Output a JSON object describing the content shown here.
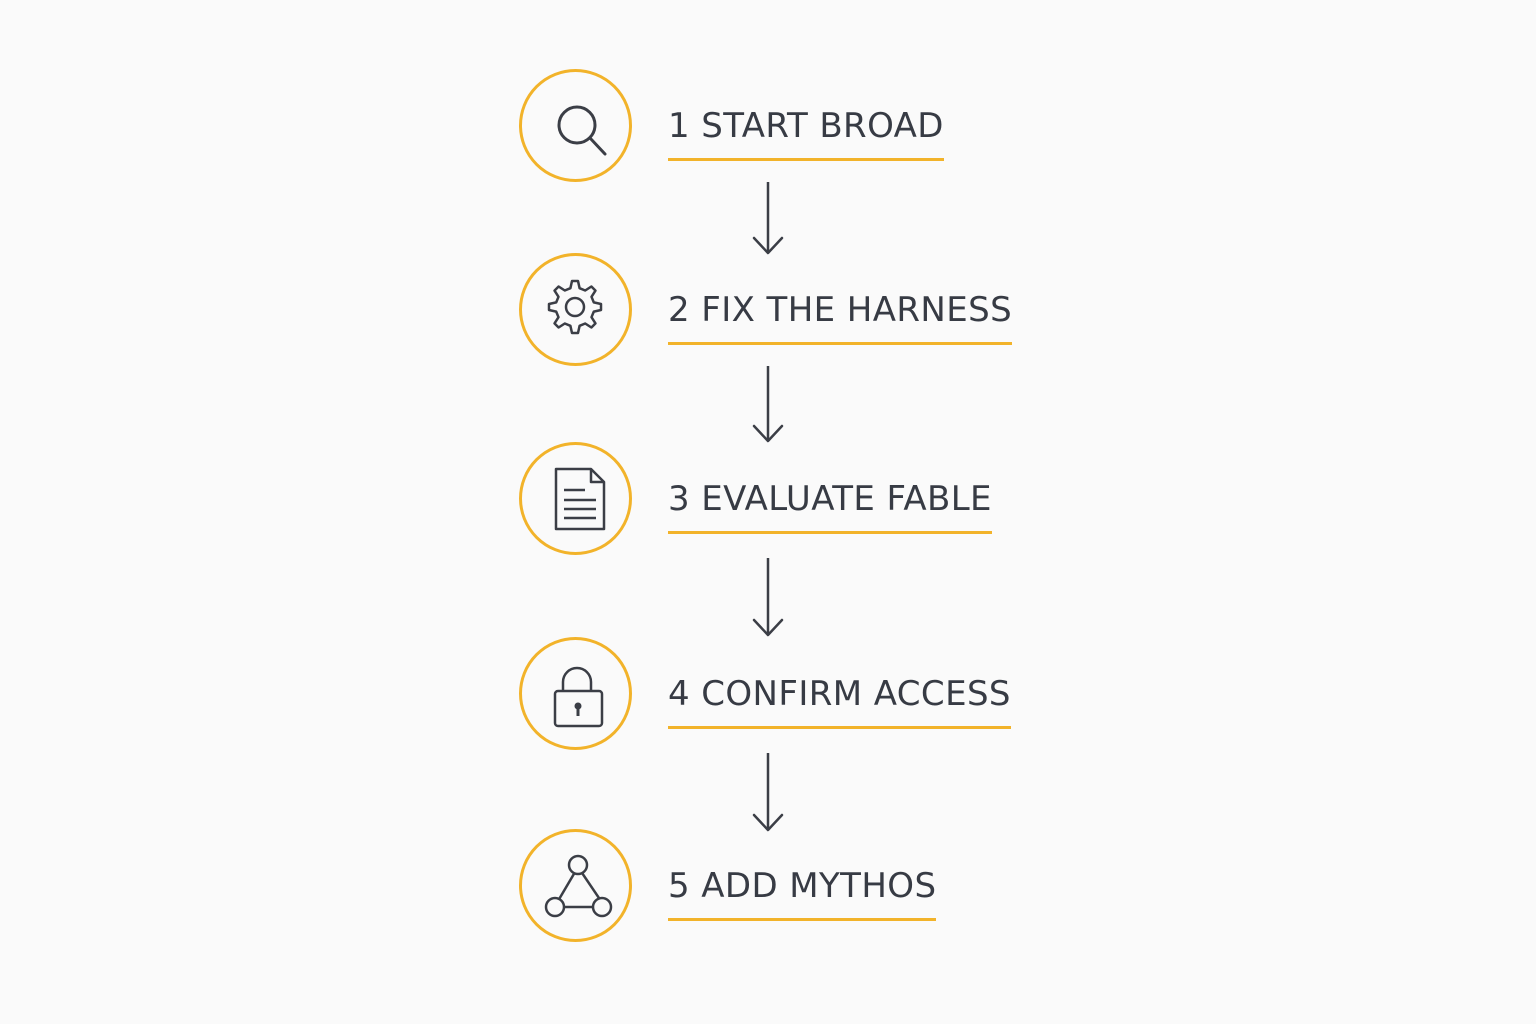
{
  "colors": {
    "accent": "#f2b32a",
    "text": "#373b44",
    "icon": "#3b3e46",
    "background": "#fafafa"
  },
  "steps": [
    {
      "label": "1 START BROAD",
      "icon": "search-icon"
    },
    {
      "label": "2 FIX THE HARNESS",
      "icon": "gear-icon"
    },
    {
      "label": "3 EVALUATE FABLE",
      "icon": "document-icon"
    },
    {
      "label": "4 CONFIRM ACCESS",
      "icon": "lock-icon"
    },
    {
      "label": "5 ADD MYTHOS",
      "icon": "network-icon"
    }
  ]
}
